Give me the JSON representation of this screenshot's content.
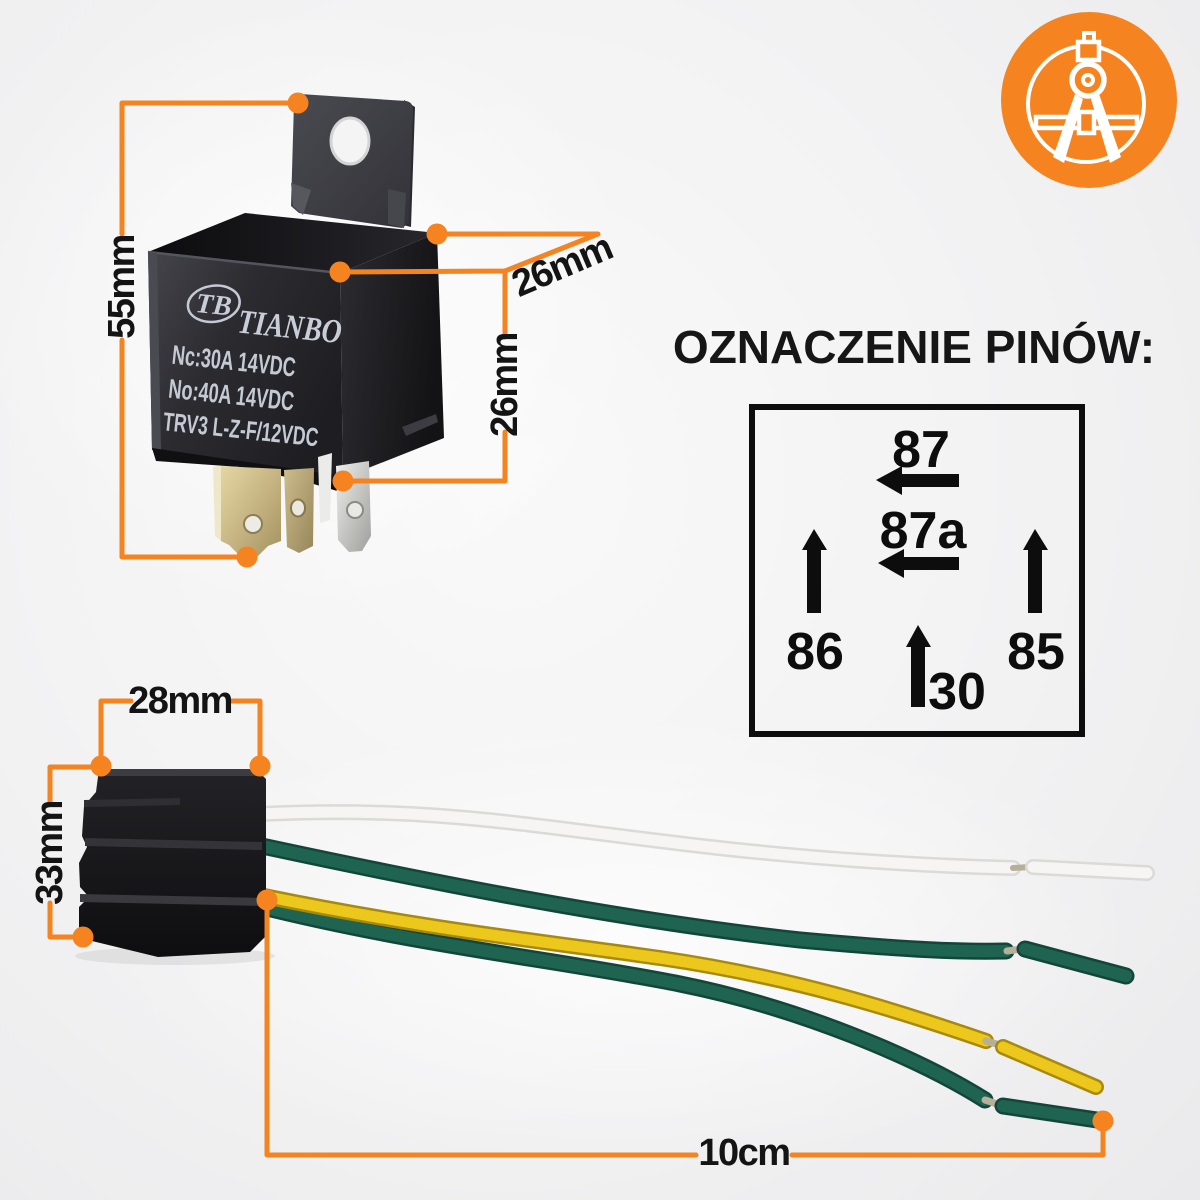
{
  "accent_color": "#f5831f",
  "relay_photo": {
    "logo_text": "TB",
    "brand": "TIANBO",
    "spec_line1": "Nc:30A 14VDC",
    "spec_line2": "No:40A 14VDC",
    "spec_line3": "TRV3 L-Z-F/12VDC",
    "dim_height": "55mm",
    "dim_depth": "26mm",
    "dim_body_height": "26mm"
  },
  "pin_diagram": {
    "heading": "OZNACZENIE PINÓW:",
    "pin_top": "87",
    "pin_middle": "87a",
    "pin_left": "86",
    "pin_right": "85",
    "pin_bottom": "30"
  },
  "connector_photo": {
    "dim_width": "28mm",
    "dim_height": "33mm",
    "dim_wire_length": "10cm",
    "wire_colors": [
      "white",
      "green",
      "yellow",
      "green"
    ],
    "wire_color_hex": {
      "white": "#f5f4f2",
      "green": "#1e6450",
      "yellow": "#ecc71c"
    }
  },
  "corner_icon": "drafting-compass"
}
